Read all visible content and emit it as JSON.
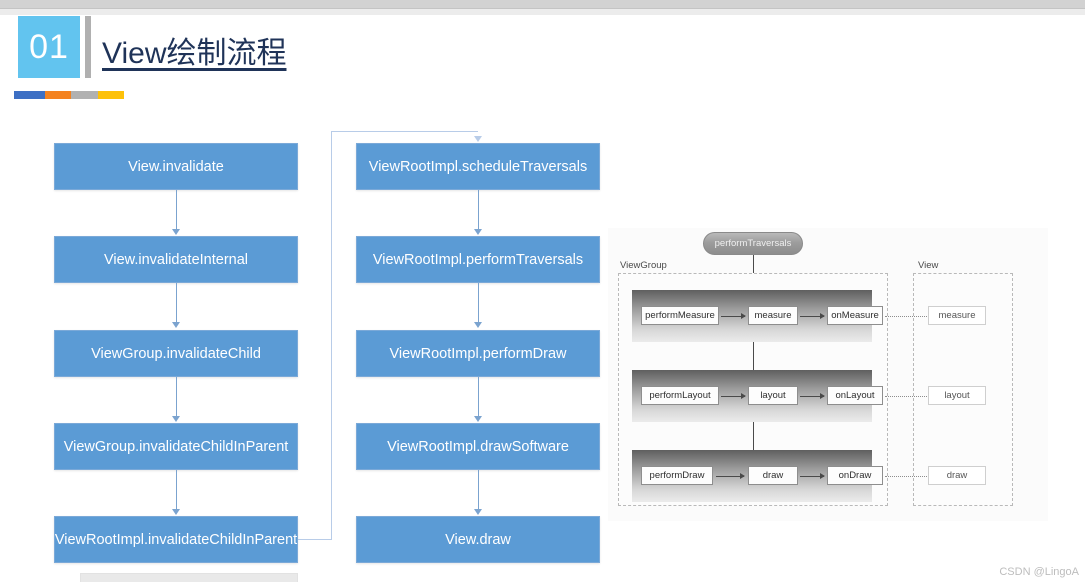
{
  "header": {
    "badge_number": "01",
    "title": "View绘制流程"
  },
  "accent_colors": {
    "box_blue": "#5B9BD5",
    "badge_blue": "#62C4EF",
    "strip_blue": "#3D6FC4",
    "strip_orange": "#F4821F",
    "strip_gray": "#B1B1B1",
    "strip_yellow": "#FDC109",
    "title_navy": "#1F3358"
  },
  "flowchart": {
    "left_column": [
      {
        "label": "View.invalidate"
      },
      {
        "label": "View.invalidateInternal"
      },
      {
        "label": "ViewGroup.invalidateChild"
      },
      {
        "label": "ViewGroup.invalidateChildInParent"
      },
      {
        "label": "ViewRootImpl.invalidateChildInParent"
      }
    ],
    "right_column": [
      {
        "label": "ViewRootImpl.scheduleTraversals"
      },
      {
        "label": "ViewRootImpl.performTraversals"
      },
      {
        "label": "ViewRootImpl.performDraw"
      },
      {
        "label": "ViewRootImpl.drawSoftware"
      },
      {
        "label": "View.draw"
      }
    ]
  },
  "reference_diagram": {
    "entry_pill": "performTraversals",
    "group_label_left": "ViewGroup",
    "group_label_right": "View",
    "rows": [
      {
        "perform": "performMeasure",
        "mid": "measure",
        "on": "onMeasure",
        "view": "measure"
      },
      {
        "perform": "performLayout",
        "mid": "layout",
        "on": "onLayout",
        "view": "layout"
      },
      {
        "perform": "performDraw",
        "mid": "draw",
        "on": "onDraw",
        "view": "draw"
      }
    ]
  },
  "watermark": "CSDN @LingoA"
}
